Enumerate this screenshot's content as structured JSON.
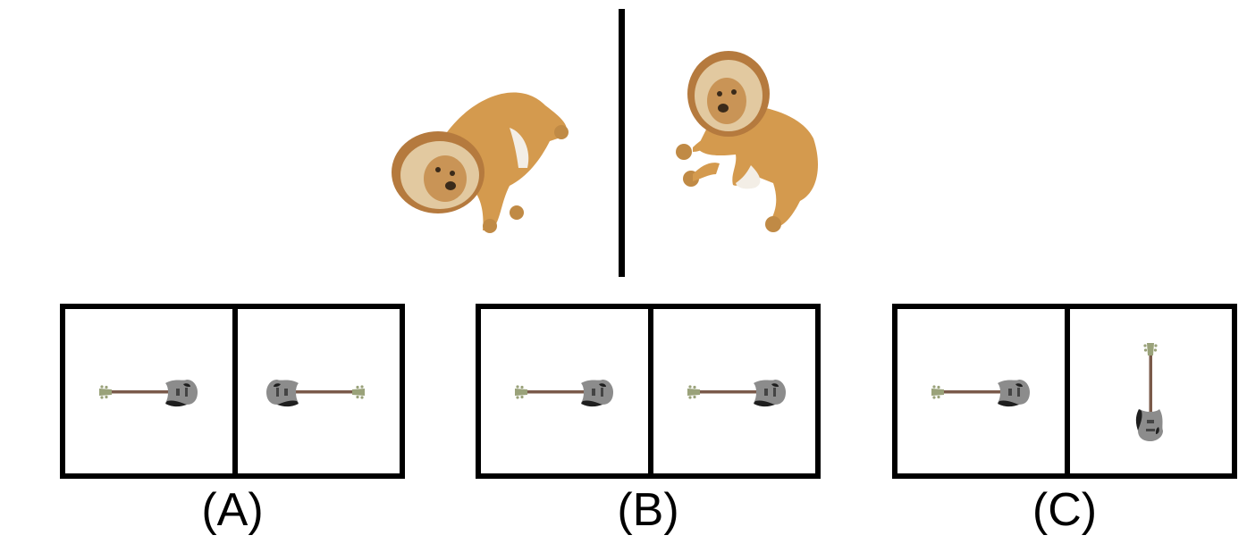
{
  "reference": {
    "left_icon": "lion-icon",
    "right_icon": "lion-icon"
  },
  "options": [
    {
      "label": "(A)",
      "left_icon": "bass-guitar-icon",
      "right_icon": "bass-guitar-icon"
    },
    {
      "label": "(B)",
      "left_icon": "bass-guitar-icon",
      "right_icon": "bass-guitar-icon"
    },
    {
      "label": "(C)",
      "left_icon": "bass-guitar-icon",
      "right_icon": "bass-guitar-icon"
    }
  ],
  "colors": {
    "lion_body": "#d49a4e",
    "lion_mane": "#b57a3e",
    "lion_face": "#e2c9a0",
    "guitar_body": "#8c8c8c",
    "guitar_pickguard": "#1e1e1e",
    "guitar_neck": "#7a5a4a",
    "guitar_head": "#9aa27a"
  }
}
